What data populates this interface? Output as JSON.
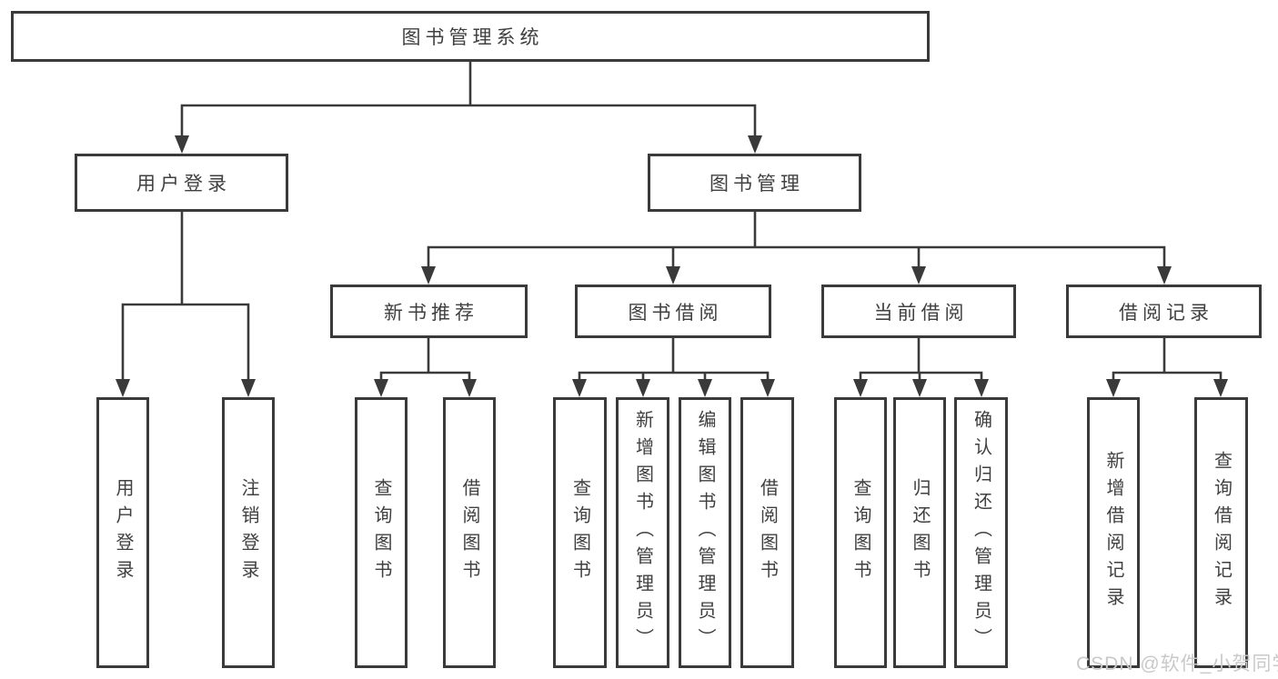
{
  "diagram": {
    "root": {
      "label": "图书管理系统"
    },
    "branches": [
      {
        "label": "用户登录",
        "children": [
          {
            "label": "用户登录"
          },
          {
            "label": "注销登录"
          }
        ]
      },
      {
        "label": "图书管理",
        "children": [
          {
            "label": "新书推荐",
            "children": [
              {
                "label": "查询图书"
              },
              {
                "label": "借阅图书"
              }
            ]
          },
          {
            "label": "图书借阅",
            "children": [
              {
                "label": "查询图书"
              },
              {
                "label": "新增图书（管理员）"
              },
              {
                "label": "编辑图书（管理员）"
              },
              {
                "label": "借阅图书"
              }
            ]
          },
          {
            "label": "当前借阅",
            "children": [
              {
                "label": "查询图书"
              },
              {
                "label": "归还图书"
              },
              {
                "label": "确认归还（管理员）"
              }
            ]
          },
          {
            "label": "借阅记录",
            "children": [
              {
                "label": "新增借阅记录"
              },
              {
                "label": "查询借阅记录"
              }
            ]
          }
        ]
      }
    ]
  },
  "watermark": {
    "text": "CSDN @软件_小贺同学"
  },
  "colors": {
    "background": "#ffffff",
    "line": "#3a3a3a",
    "box_border": "#3a3a3a",
    "box_fill": "#ffffff",
    "text": "#404040",
    "watermark": "#c9c9c9"
  }
}
